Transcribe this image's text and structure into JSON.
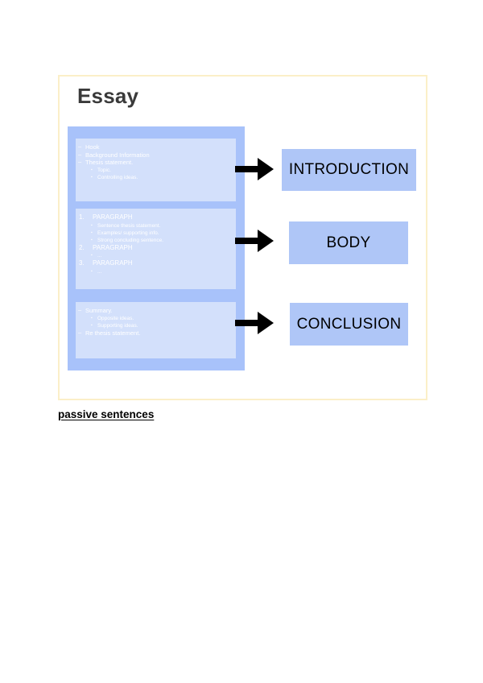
{
  "document": {
    "title": "Essay",
    "footer_note": "passive sentences",
    "colors": {
      "panel_border": "#fbefc8",
      "structure_panel": "#a8c2fa",
      "section_box": "#d3e0fb",
      "label_box": "#afc6f7",
      "title_text": "#3a3a3a",
      "section_text": "#ffffff",
      "label_text": "#000000",
      "arrow": "#000000",
      "page_background": "#ffffff"
    }
  },
  "sections": [
    {
      "key": "introduction",
      "label": "INTRODUCTION",
      "arrow_icon": "arrow-right-icon",
      "items": [
        {
          "level": 1,
          "text": "Hook"
        },
        {
          "level": 1,
          "text": "Background Information"
        },
        {
          "level": 1,
          "text": "Thesis statement."
        },
        {
          "level": 2,
          "text": "Topic."
        },
        {
          "level": 2,
          "text": "Controlling ideas."
        }
      ]
    },
    {
      "key": "body",
      "label": "BODY",
      "arrow_icon": "arrow-right-icon",
      "items": [
        {
          "level": "num",
          "marker": "1.",
          "text": "PARAGRAPH"
        },
        {
          "level": 2,
          "text": "Sentence thesis statement."
        },
        {
          "level": 2,
          "text": "Examples/ supporting info."
        },
        {
          "level": 2,
          "text": "Strong concluding sentence."
        },
        {
          "level": "num",
          "marker": "2.",
          "text": "PARAGRAPH"
        },
        {
          "level": 2,
          "text": "..."
        },
        {
          "level": "num",
          "marker": "3.",
          "text": "PARAGRAPH"
        },
        {
          "level": 2,
          "text": "..."
        }
      ]
    },
    {
      "key": "conclusion",
      "label": "CONCLUSION",
      "arrow_icon": "arrow-right-icon",
      "items": [
        {
          "level": 1,
          "text": "Summary."
        },
        {
          "level": 2,
          "text": "Opposite ideas."
        },
        {
          "level": 2,
          "text": "Supporting ideas."
        },
        {
          "level": 1,
          "text": "Re thesis statement."
        }
      ]
    }
  ]
}
